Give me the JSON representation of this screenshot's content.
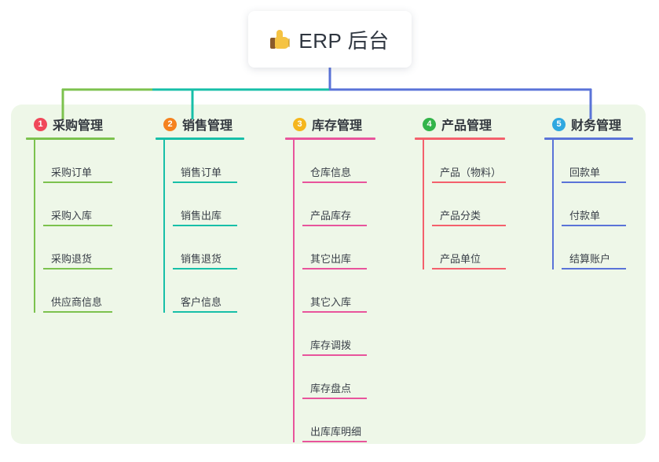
{
  "root": {
    "icon": "thumbs-up-icon",
    "title": "ERP 后台"
  },
  "palette": {
    "panel_bg": "#eef7e8",
    "green": "#7cc24e",
    "teal": "#17bfa8",
    "pink": "#e8549c",
    "red": "#f4606c",
    "blue": "#5a73d8",
    "badge_red": "#f0485a",
    "badge_orange": "#f5821f",
    "badge_amber": "#f5b61d",
    "badge_green": "#33b44a",
    "badge_cyan": "#2fa8e0"
  },
  "columns": [
    {
      "number": "1",
      "title": "采购管理",
      "badge_color": "#f0485a",
      "line_color": "#7cc24e",
      "items": [
        "采购订单",
        "采购入库",
        "采购退货",
        "供应商信息"
      ]
    },
    {
      "number": "2",
      "title": "销售管理",
      "badge_color": "#f5821f",
      "line_color": "#17bfa8",
      "items": [
        "销售订单",
        "销售出库",
        "销售退货",
        "客户信息"
      ]
    },
    {
      "number": "3",
      "title": "库存管理",
      "badge_color": "#f5b61d",
      "line_color": "#e8549c",
      "items": [
        "仓库信息",
        "产品库存",
        "其它出库",
        "其它入库",
        "库存调拨",
        "库存盘点",
        "出库库明细"
      ]
    },
    {
      "number": "4",
      "title": "产品管理",
      "badge_color": "#33b44a",
      "line_color": "#f4606c",
      "items": [
        "产品（物料）",
        "产品分类",
        "产品单位"
      ]
    },
    {
      "number": "5",
      "title": "财务管理",
      "badge_color": "#2fa8e0",
      "line_color": "#5a73d8",
      "items": [
        "回款单",
        "付款单",
        "结算账户"
      ]
    }
  ],
  "layout": {
    "column_x": [
      33,
      198,
      363,
      528,
      693
    ],
    "head_rule_width": [
      113,
      113,
      115,
      115,
      113
    ],
    "leaf_rule_width": [
      88,
      82,
      82,
      94,
      82
    ]
  }
}
